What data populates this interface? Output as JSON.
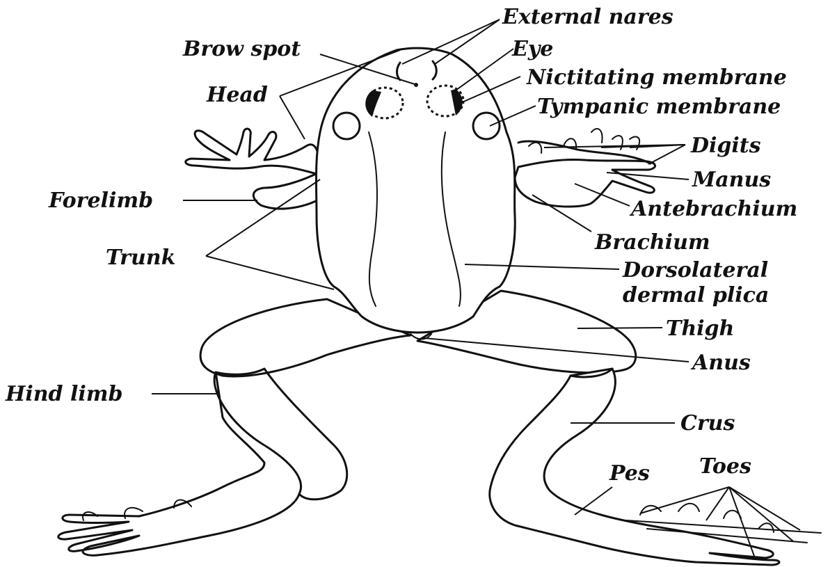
{
  "labels": {
    "external_nares": "External nares",
    "brow_spot": "Brow spot",
    "eye": "Eye",
    "head": "Head",
    "nictitating_membrane": "Nictitating membrane",
    "tympanic_membrane": "Tympanic membrane",
    "digits": "Digits",
    "manus": "Manus",
    "forelimb": "Forelimb",
    "antebrachium": "Antebrachium",
    "brachium": "Brachium",
    "trunk": "Trunk",
    "dorsolateral_1": "Dorsolateral",
    "dorsolateral_2": "dermal plica",
    "thigh": "Thigh",
    "anus": "Anus",
    "hind_limb": "Hind limb",
    "crus": "Crus",
    "pes": "Pes",
    "toes": "Toes"
  }
}
